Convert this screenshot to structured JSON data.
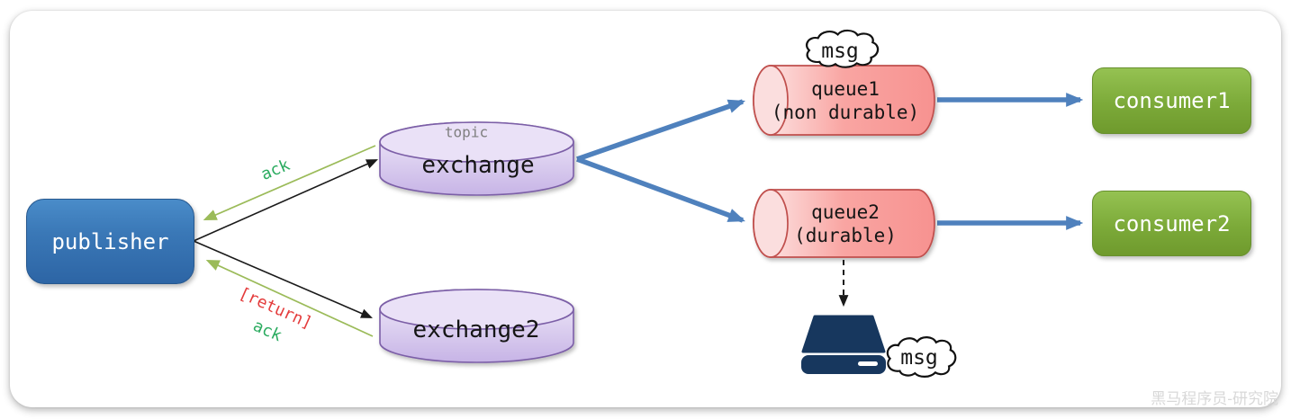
{
  "diagram": {
    "nodes": {
      "publisher": {
        "label": "publisher"
      },
      "exchange1": {
        "type_label": "topic",
        "label": "exchange"
      },
      "exchange2": {
        "label": "exchange2"
      },
      "queue1": {
        "label": "queue1",
        "sublabel": "(non durable)"
      },
      "queue2": {
        "label": "queue2",
        "sublabel": "(durable)"
      },
      "consumer1": {
        "label": "consumer1"
      },
      "consumer2": {
        "label": "consumer2"
      }
    },
    "clouds": {
      "msg1": {
        "label": "msg"
      },
      "msg2": {
        "label": "msg"
      }
    },
    "edge_labels": {
      "ack_top": "ack",
      "return_bottom": "[return]",
      "ack_bottom": "ack"
    },
    "watermark": "黑马程序员-研究院",
    "colors": {
      "publisher_blue": "#3a78b7",
      "exchange_purple": "#d5c5ec",
      "exchange_border": "#7b5ea7",
      "queue_pink": "#f8a09d",
      "queue_border": "#c0504d",
      "consumer_green": "#7caa39",
      "arrow_blue": "#4f81bd",
      "ack_line_green": "#9bbb59",
      "ack_text_green": "#2aab5f",
      "return_red": "#e43c3c",
      "disk_navy": "#17375e",
      "watermark_gray": "#d8d8d8"
    }
  }
}
